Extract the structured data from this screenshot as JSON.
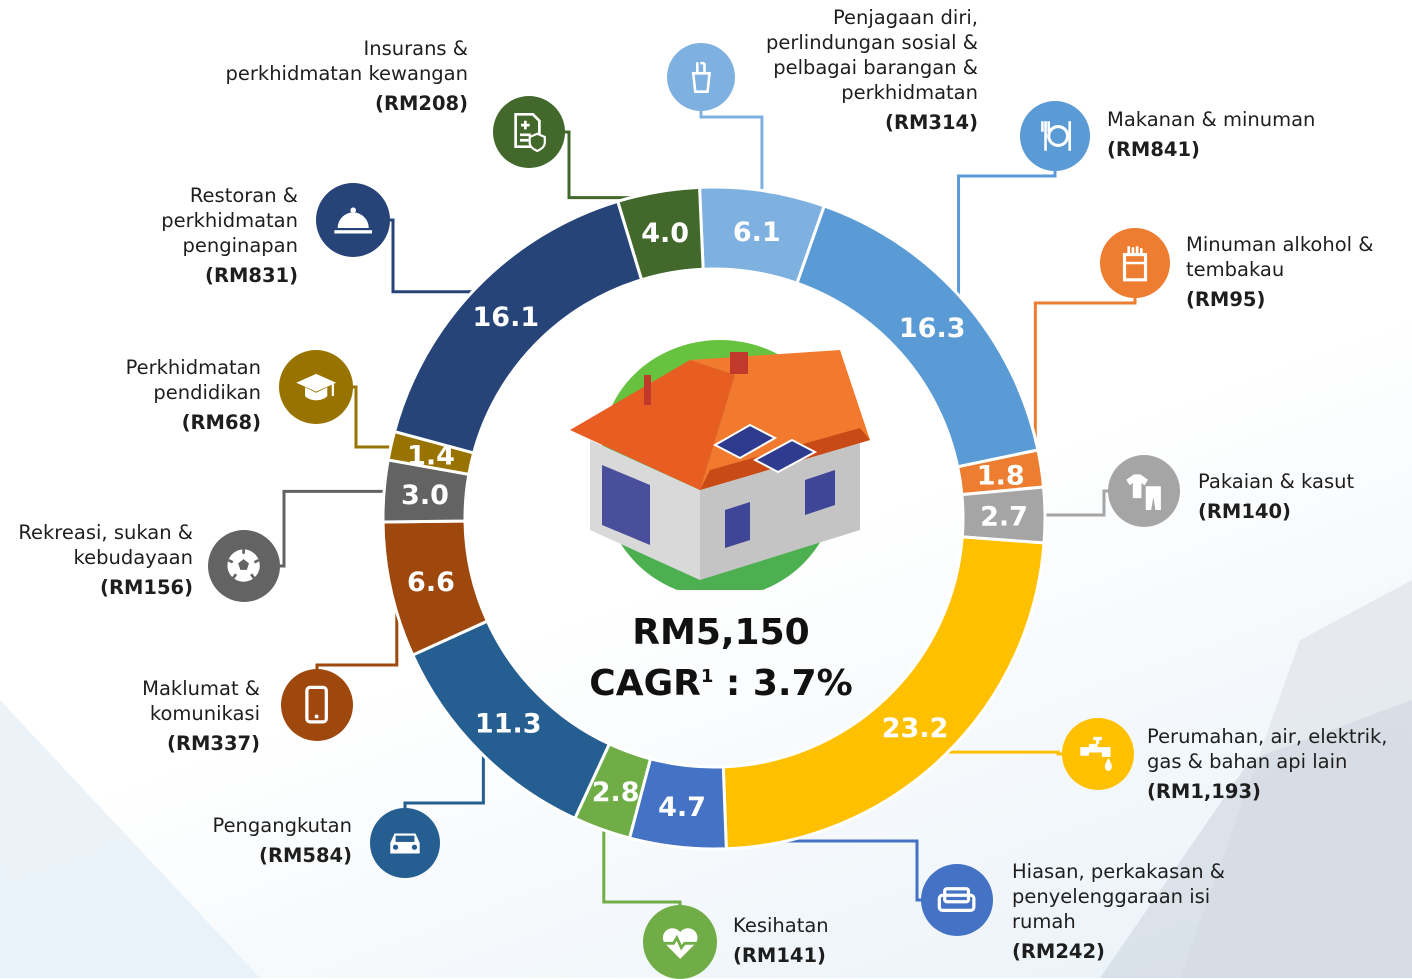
{
  "center": {
    "total": "RM5,150",
    "cagr_prefix": "CAGR",
    "cagr_sup": "1",
    "cagr_value": " : 3.7%"
  },
  "chart_data": {
    "type": "donut",
    "unit": "percent",
    "segments": [
      {
        "label": "Penjagaan diri, perlindungan sosial & pelbagai barangan & perkhidmatan",
        "value": 6.1,
        "amount": "(RM314)",
        "color": "#7fb1e0"
      },
      {
        "label": "Makanan & minuman",
        "value": 16.3,
        "amount": "(RM841)",
        "color": "#5b9bd5"
      },
      {
        "label": "Minuman alkohol & tembakau",
        "value": 1.8,
        "amount": "(RM95)",
        "color": "#ed7d31"
      },
      {
        "label": "Pakaian & kasut",
        "value": 2.7,
        "amount": "(RM140)",
        "color": "#a5a5a5"
      },
      {
        "label": "Perumahan, air, elektrik, gas & bahan api lain",
        "value": 23.2,
        "amount": "(RM1,193)",
        "color": "#ffc000"
      },
      {
        "label": "Hiasan, perkakasan & penyelenggaraan isi rumah",
        "value": 4.7,
        "amount": "(RM242)",
        "color": "#4472c4"
      },
      {
        "label": "Kesihatan",
        "value": 2.8,
        "amount": "(RM141)",
        "color": "#70ad47"
      },
      {
        "label": "Pengangkutan",
        "value": 11.3,
        "amount": "(RM584)",
        "color": "#255e91"
      },
      {
        "label": "Maklumat & komunikasi",
        "value": 6.6,
        "amount": "(RM337)",
        "color": "#9e480e"
      },
      {
        "label": "Rekreasi, sukan & kebudayaan",
        "value": 3.0,
        "amount": "(RM156)",
        "color": "#636363"
      },
      {
        "label": "Perkhidmatan pendidikan",
        "value": 1.4,
        "amount": "(RM68)",
        "color": "#997300"
      },
      {
        "label": "Restoran & perkhidmatan penginapan",
        "value": 16.1,
        "amount": "(RM831)",
        "color": "#264478"
      },
      {
        "label": "Insurans & perkhidmatan kewangan",
        "value": 4.0,
        "amount": "(RM208)",
        "color": "#43682b"
      }
    ]
  },
  "labels": {
    "personal": {
      "lines": [
        "Penjagaan diri,",
        "perlindungan  sosial &",
        "pelbagai barangan &",
        "perkhidmatan"
      ],
      "amount": "(RM314)"
    },
    "food": {
      "lines": [
        "Makanan & minuman"
      ],
      "amount": "(RM841)"
    },
    "alcohol": {
      "lines": [
        "Minuman alkohol &",
        "tembakau"
      ],
      "amount": "(RM95)"
    },
    "clothing": {
      "lines": [
        "Pakaian & kasut"
      ],
      "amount": "(RM140)"
    },
    "housing": {
      "lines": [
        "Perumahan, air, elektrik,",
        "gas & bahan api lain"
      ],
      "amount": "(RM1,193)"
    },
    "furnish": {
      "lines": [
        "Hiasan, perkakasan &",
        "penyelenggaraan isi",
        "rumah"
      ],
      "amount": "(RM242)"
    },
    "health": {
      "lines": [
        "Kesihatan"
      ],
      "amount": "(RM141)"
    },
    "transport": {
      "lines": [
        "Pengangkutan"
      ],
      "amount": "(RM584)"
    },
    "info": {
      "lines": [
        "Maklumat &",
        "komunikasi"
      ],
      "amount": "(RM337)"
    },
    "recreation": {
      "lines": [
        "Rekreasi, sukan &",
        "kebudayaan"
      ],
      "amount": "(RM156)"
    },
    "education": {
      "lines": [
        "Perkhidmatan",
        "pendidikan"
      ],
      "amount": "(RM68)"
    },
    "restaurant": {
      "lines": [
        "Restoran &",
        "perkhidmatan",
        "penginapan"
      ],
      "amount": "(RM831)"
    },
    "insurance": {
      "lines": [
        "Insurans &",
        "perkhidmatan kewangan"
      ],
      "amount": "(RM208)"
    }
  },
  "icons": {
    "personal": {
      "name": "toothbrush-cup-icon",
      "color": "#7fb1e0"
    },
    "food": {
      "name": "plate-cutlery-icon",
      "color": "#5b9bd5"
    },
    "alcohol": {
      "name": "cigarette-pack-icon",
      "color": "#ed7d31"
    },
    "clothing": {
      "name": "shirt-trousers-icon",
      "color": "#a5a5a5"
    },
    "housing": {
      "name": "water-tap-icon",
      "color": "#ffc000"
    },
    "furnish": {
      "name": "sofa-icon",
      "color": "#4472c4"
    },
    "health": {
      "name": "heart-pulse-icon",
      "color": "#70ad47"
    },
    "transport": {
      "name": "car-icon",
      "color": "#255e91"
    },
    "info": {
      "name": "mobile-phone-icon",
      "color": "#9e480e"
    },
    "recreation": {
      "name": "football-icon",
      "color": "#636363"
    },
    "education": {
      "name": "graduation-cap-icon",
      "color": "#997300"
    },
    "restaurant": {
      "name": "food-cloche-icon",
      "color": "#264478"
    },
    "insurance": {
      "name": "insurance-document-icon",
      "color": "#43682b"
    }
  }
}
